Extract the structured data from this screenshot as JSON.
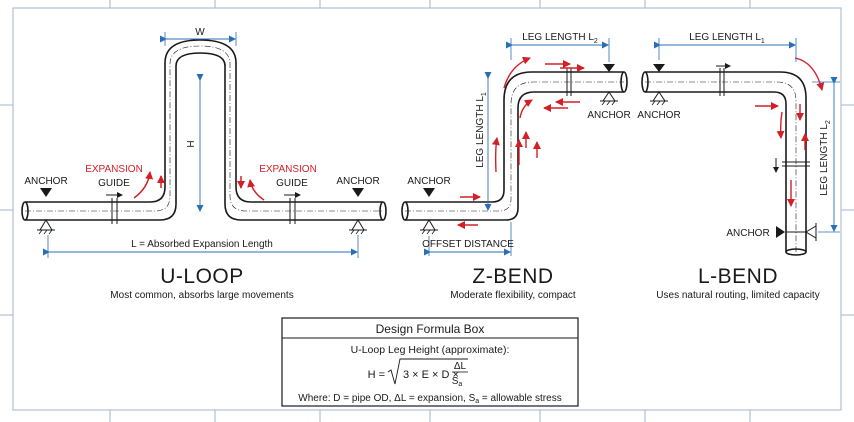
{
  "colors": {
    "pipe": "#1a1a1a",
    "dimension": "#2a6fb5",
    "arrow": "#d32027",
    "grid": "#9fb6cc"
  },
  "u_loop": {
    "title": "U-LOOP",
    "subtitle": "Most common, absorbs large movements",
    "anchor_left": "ANCHOR",
    "anchor_right": "ANCHOR",
    "expansion_left": "EXPANSION",
    "expansion_right": "EXPANSION",
    "guide_left": "GUIDE",
    "guide_right": "GUIDE",
    "width_label": "W",
    "height_label": "H",
    "length_label": "L = Absorbed Expansion Length"
  },
  "z_bend": {
    "title": "Z-BEND",
    "subtitle": "Moderate flexibility, compact",
    "anchor_left": "ANCHOR",
    "anchor_right": "ANCHOR",
    "leg_l1_base": "LEG LENGTH L",
    "leg_l1_sub": "1",
    "leg_l2_base": "LEG LENGTH L",
    "leg_l2_sub": "2",
    "offset_label": "OFFSET DISTANCE"
  },
  "l_bend": {
    "title": "L-BEND",
    "subtitle": "Uses natural routing, limited capacity",
    "anchor_top": "ANCHOR",
    "anchor_bottom": "ANCHOR",
    "leg_l1_base": "LEG LENGTH L",
    "leg_l1_sub": "1",
    "leg_l2_base": "LEG LENGTH L",
    "leg_l2_sub": "2"
  },
  "formula_box": {
    "title": "Design Formula Box",
    "heading": "U-Loop Leg Height (approximate):",
    "lhs": "H =",
    "radicand": "3 × E × D ×",
    "numerator": "ΔL",
    "denominator_base": "S",
    "denominator_sub": "a",
    "where_part1": "Where: D = pipe OD, ΔL = expansion, S",
    "where_sub": "a",
    "where_part2": " = allowable stress"
  }
}
